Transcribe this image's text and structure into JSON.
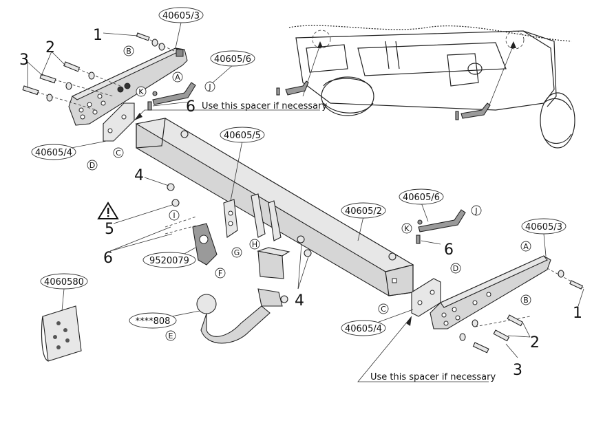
{
  "part_numbers": {
    "bracket_left": "40605/3",
    "bracket_right": "40605/3",
    "clip_top": "40605/6",
    "clip_right": "40605/6",
    "spacer_left": "40605/4",
    "spacer_right": "40605/4",
    "socket_plate": "40605/5",
    "crossbar": "40605/2",
    "socket_bracket": "9520079",
    "towball": "****808",
    "kit": "4060580"
  },
  "letters": [
    "A",
    "B",
    "C",
    "D",
    "E",
    "F",
    "G",
    "H",
    "I",
    "J",
    "K"
  ],
  "numbers": [
    "1",
    "2",
    "3",
    "4",
    "5",
    "6"
  ],
  "notes": {
    "spacer_top": "Use this spacer if necessary",
    "spacer_bottom": "Use this spacer if necessary"
  },
  "icons": {
    "warning": "warning-triangle-icon"
  }
}
